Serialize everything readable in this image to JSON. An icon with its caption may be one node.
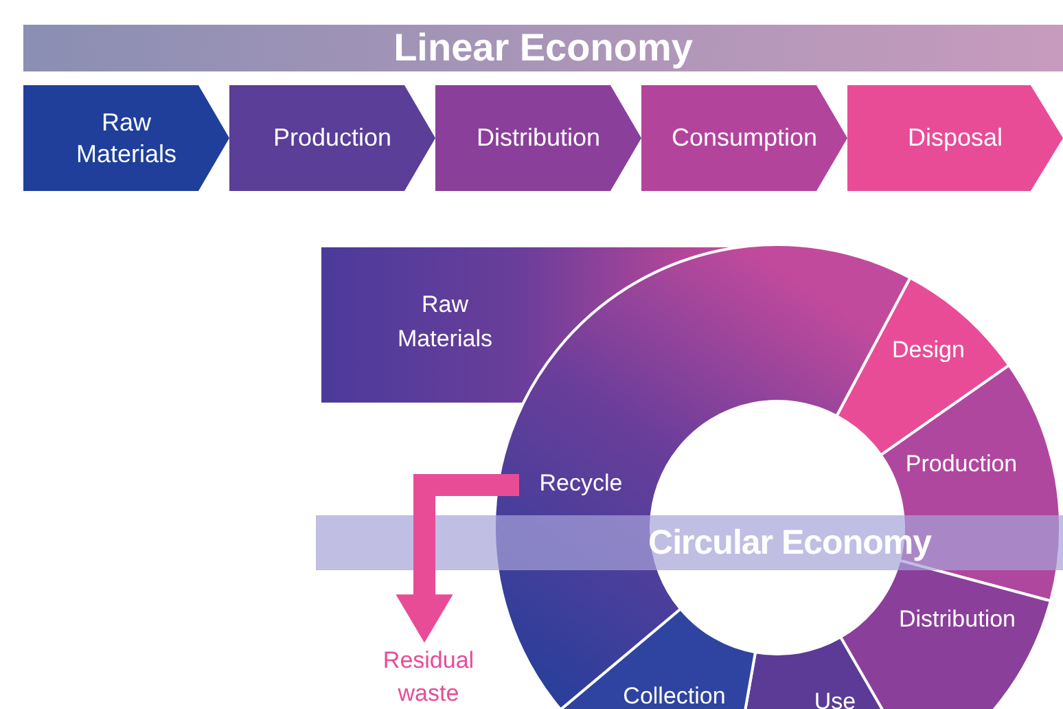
{
  "diagram": {
    "nodes": [
      {
        "text": [
          "Linear Economy"
        ]
      },
      {
        "text": [
          "Raw Materials"
        ]
      },
      {
        "text": [
          "Production"
        ]
      },
      {
        "text": [
          "Distribution"
        ]
      },
      {
        "text": [
          "Consumption"
        ]
      },
      {
        "text": [
          "Disposal"
        ]
      },
      {
        "text": [
          "Raw Materials"
        ]
      },
      {
        "text": [
          "Design"
        ]
      },
      {
        "text": [
          "Production"
        ]
      },
      {
        "text": [
          "Distribution"
        ]
      },
      {
        "text": [
          "Use"
        ]
      },
      {
        "text": [
          "Collection"
        ]
      },
      {
        "text": [
          "Recycle"
        ]
      },
      {
        "text": [
          "Circular Economy"
        ]
      },
      {
        "text": [
          "Residual waste"
        ]
      }
    ],
    "edges": [
      {
        "from": 12,
        "to": 14,
        "arrow": "to"
      }
    ]
  }
}
